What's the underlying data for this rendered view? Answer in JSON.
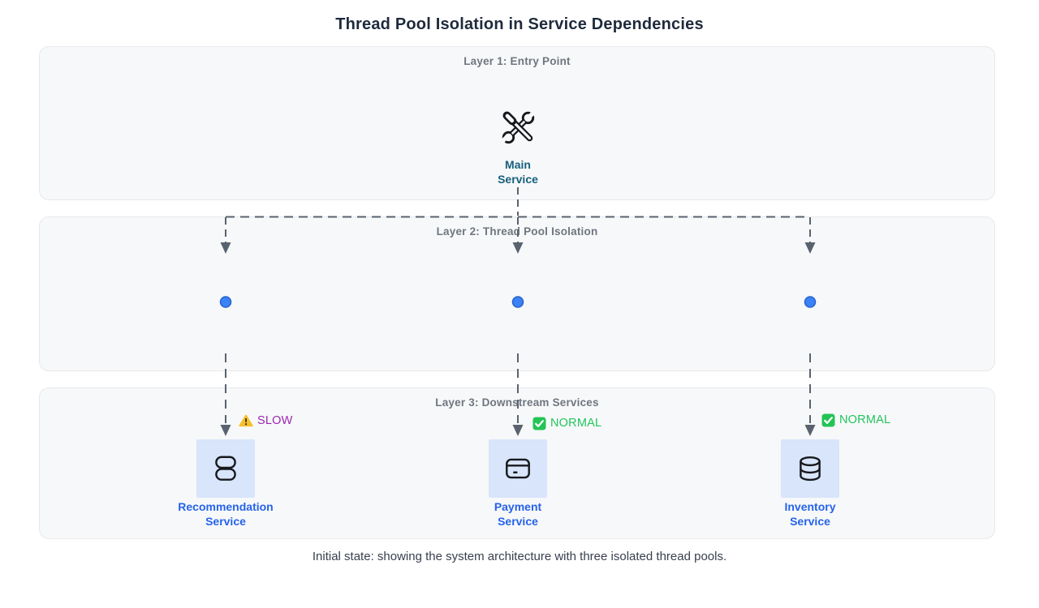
{
  "title": "Thread Pool Isolation in Service Dependencies",
  "caption": "Initial state: showing the system architecture with three isolated thread pools.",
  "layers": [
    {
      "label": "Layer 1: Entry Point"
    },
    {
      "label": "Layer 2: Thread Pool Isolation"
    },
    {
      "label": "Layer 3: Downstream Services"
    }
  ],
  "entry_node": {
    "name_line1": "Main",
    "name_line2": "Service",
    "icon": "tools-icon"
  },
  "thread_pools": {
    "dot_count": 3,
    "dot_color": "#3b82f6"
  },
  "services": [
    {
      "name_line1": "Recommendation",
      "name_line2": "Service",
      "icon": "stack-icon",
      "status": {
        "label": "SLOW",
        "icon": "warning-icon",
        "color": "#9c27b0"
      }
    },
    {
      "name_line1": "Payment",
      "name_line2": "Service",
      "icon": "credit-card-icon",
      "status": {
        "label": "NORMAL",
        "icon": "check-icon",
        "color": "#22c55e"
      }
    },
    {
      "name_line1": "Inventory",
      "name_line2": "Service",
      "icon": "database-icon",
      "status": {
        "label": "NORMAL",
        "icon": "check-icon",
        "color": "#22c55e"
      }
    }
  ],
  "colors": {
    "title_text": "#1f2a3c",
    "layer_bg": "#f7f8f9",
    "layer_border": "#e7e9ec",
    "layer_title_text": "#6f7680",
    "entry_label_teal": "#17607d",
    "service_label_blue": "#2563eb",
    "service_box_bg": "#d8e5fb",
    "connector_gray": "#59636f",
    "slow_purple": "#9c27b0",
    "normal_green": "#22c55e",
    "dot_blue": "#3b82f6"
  }
}
